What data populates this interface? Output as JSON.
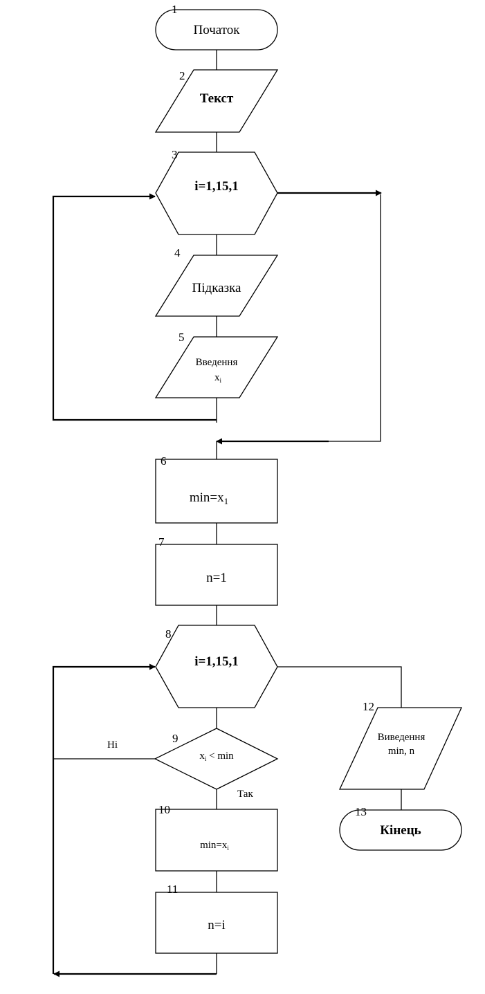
{
  "blocks": {
    "b1": {
      "num": "1",
      "text": "Початок"
    },
    "b2": {
      "num": "2",
      "text": "Текст"
    },
    "b3": {
      "num": "3",
      "text": "i=1,15,1"
    },
    "b4": {
      "num": "4",
      "text": "Підказка"
    },
    "b5": {
      "num": "5",
      "line1": "Введення",
      "line2": "x",
      "line2_sub": "i"
    },
    "b6": {
      "num": "6",
      "text": "min=x",
      "sub": "1"
    },
    "b7": {
      "num": "7",
      "text": "n=1"
    },
    "b8": {
      "num": "8",
      "text": "i=1,15,1"
    },
    "b9": {
      "num": "9",
      "text_pre": "x",
      "sub": "i",
      "text_post": " < min"
    },
    "b10": {
      "num": "10",
      "text": "min=x",
      "sub": "i"
    },
    "b11": {
      "num": "11",
      "text": "n=i"
    },
    "b12": {
      "num": "12",
      "line1": "Виведення",
      "line2": "min, n"
    },
    "b13": {
      "num": "13",
      "text": "Кінець"
    }
  },
  "labels": {
    "no": "Ні",
    "yes": "Так"
  }
}
